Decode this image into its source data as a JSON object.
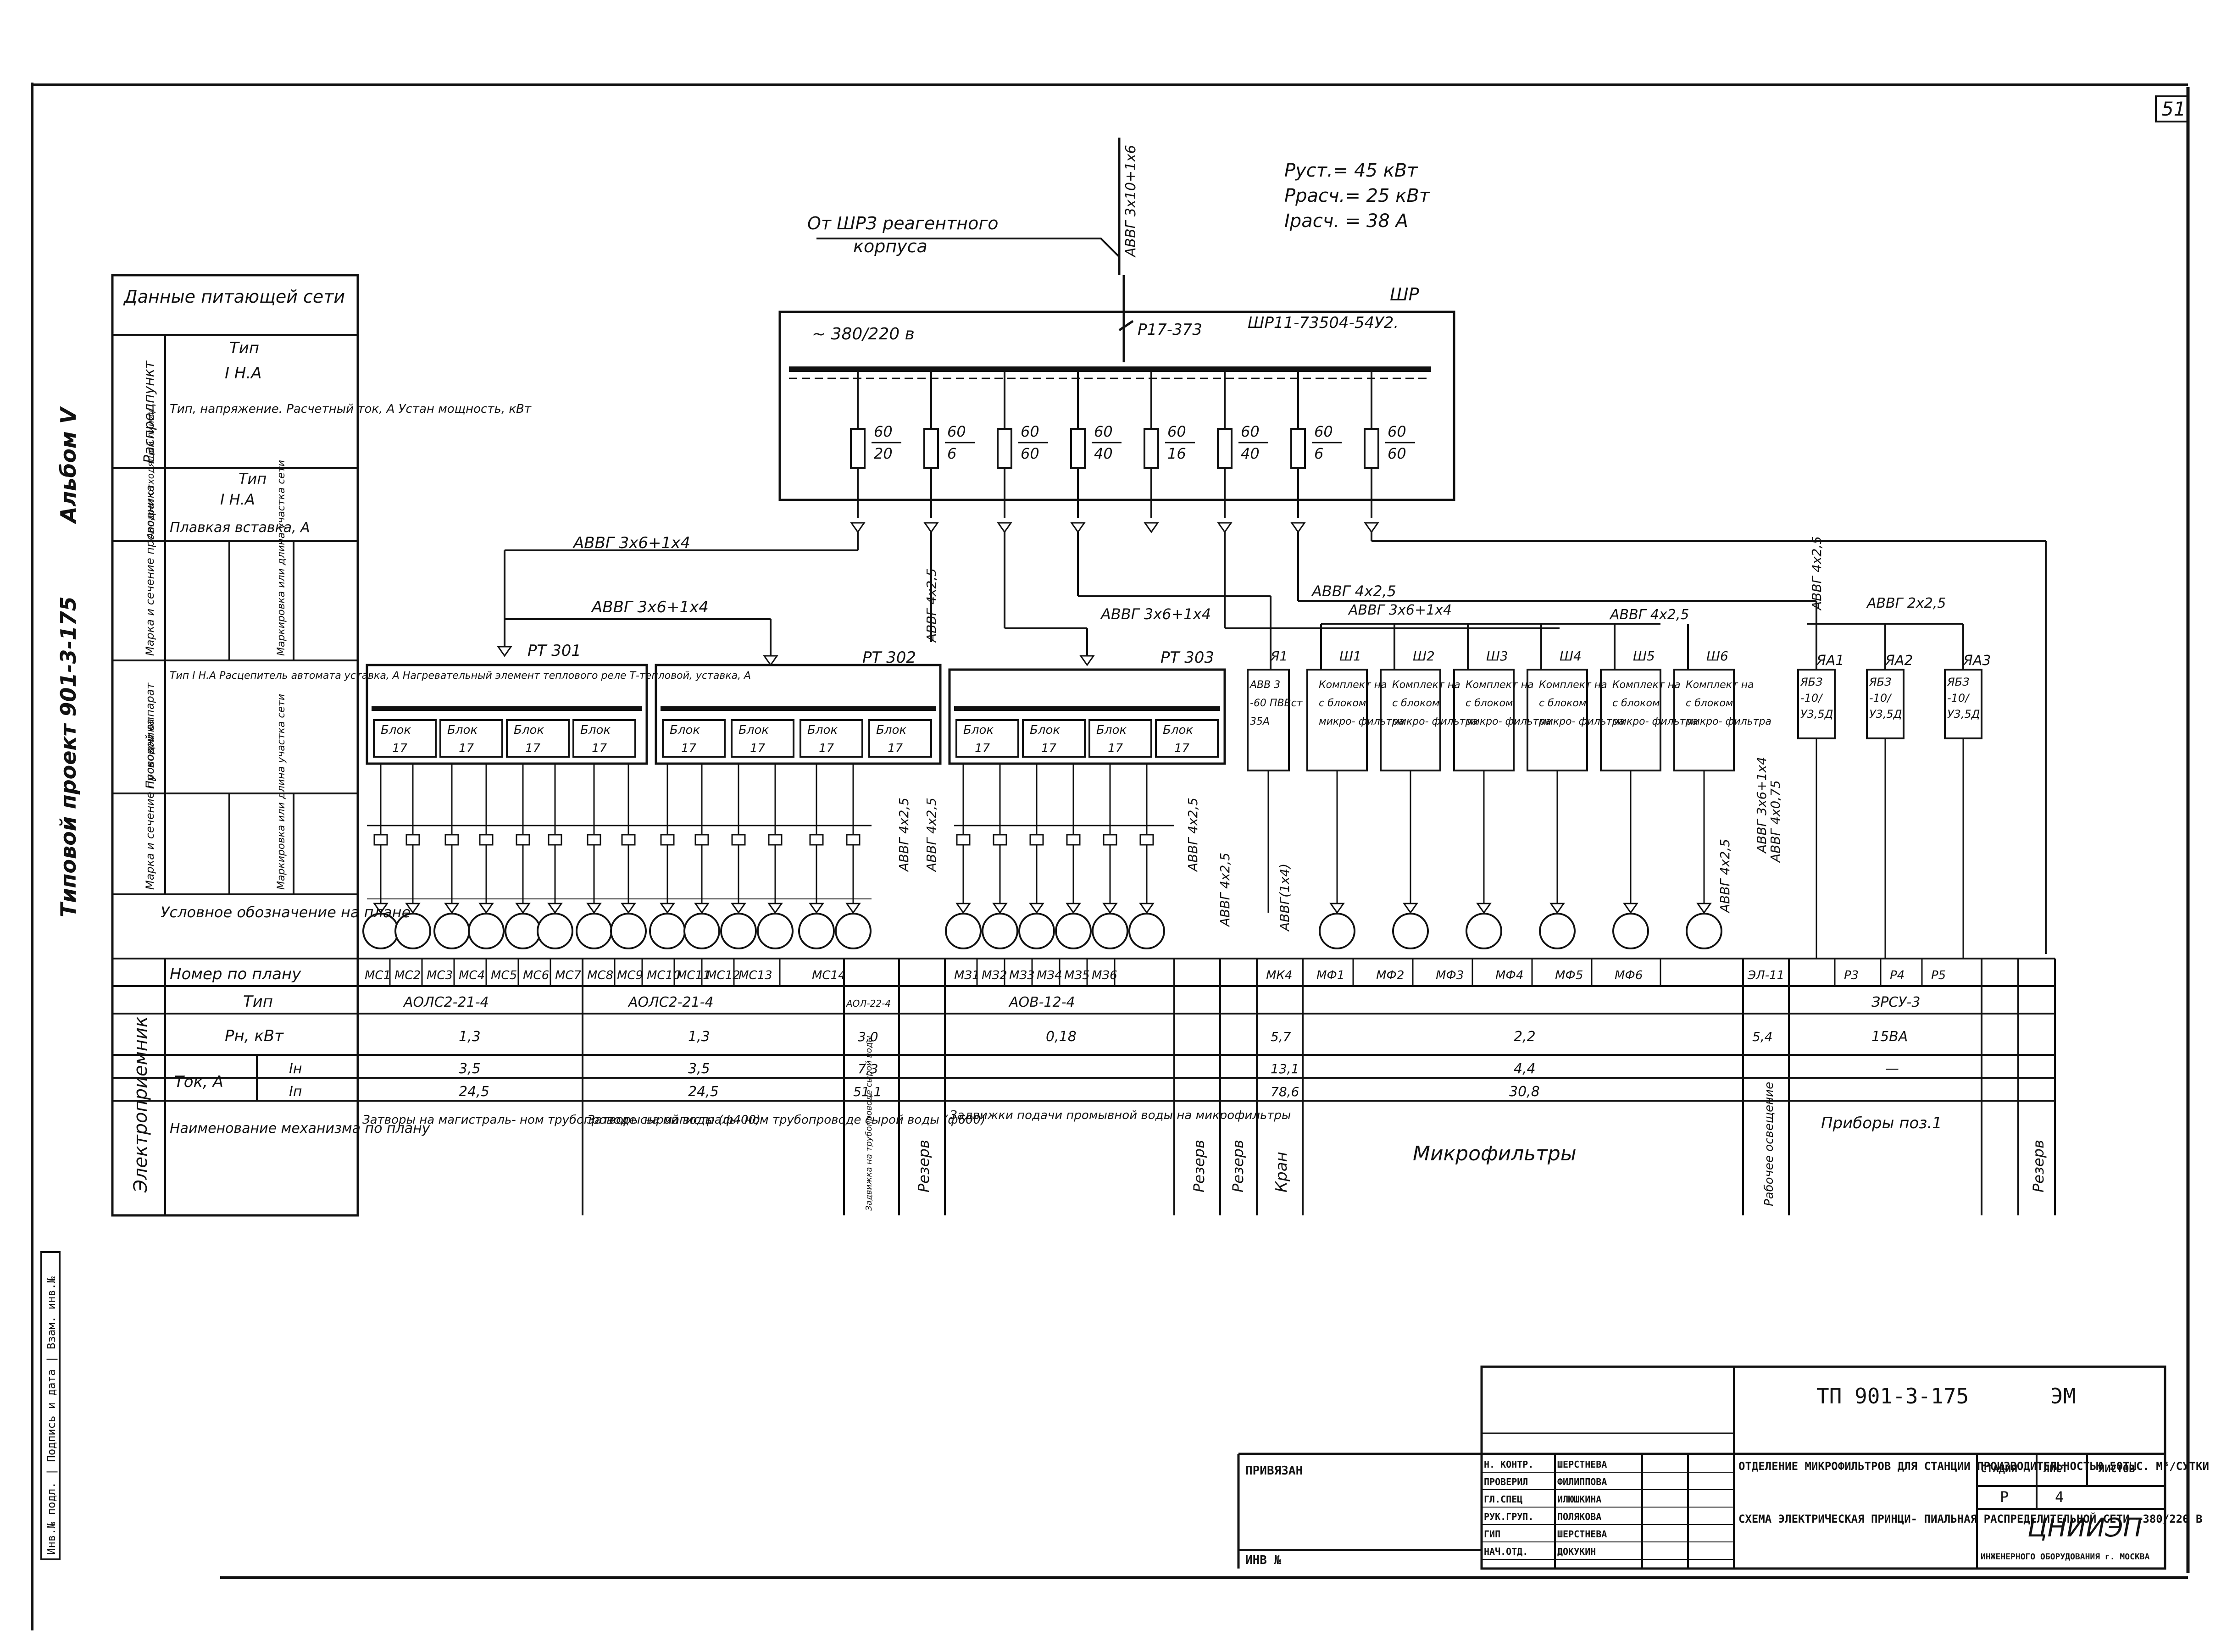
{
  "sheet": {
    "page_number": "51",
    "album_label": "Альбом V",
    "project_label": "Типовой проект 901-3-175",
    "side_stamp": "Инв.№ подл. | Подпись и дата | Взам. инв.№"
  },
  "summary": {
    "p_inst": "Руст.= 45 кВт",
    "p_calc": "Ррасч.= 25 кВт",
    "i_calc": "Iрасч. = 38 А"
  },
  "feed": {
    "from_label_1": "От ШРЗ реагентного",
    "from_label_2": "корпуса",
    "cable": "АВВГ 3х10+1х6",
    "voltage": "~ 380/220 в",
    "switch": "Р17-373",
    "cabinet": "ШР11-73504-54У2.",
    "cabinet_tag": "ШР"
  },
  "fuses": [
    {
      "top": "60",
      "bottom": "20"
    },
    {
      "top": "60",
      "bottom": "6"
    },
    {
      "top": "60",
      "bottom": "60"
    },
    {
      "top": "60",
      "bottom": "40"
    },
    {
      "top": "60",
      "bottom": "16"
    },
    {
      "top": "60",
      "bottom": "40"
    },
    {
      "top": "60",
      "bottom": "6"
    },
    {
      "top": "60",
      "bottom": "60"
    }
  ],
  "cables": {
    "c1": "АВВГ 3х6+1х4",
    "c1b": "АВВГ 3х6+1х4",
    "c2": "АВВГ 4х2,5",
    "c3": "АВВГ 3х6+1х4",
    "c4": "АВВГ 4х2,5",
    "c5": "АВВГ 3х6+1х4",
    "c6": "АВВГ 4х2,5",
    "c7": "АВВГ 4х2,5",
    "c8": "АВВГ 2х2,5",
    "v1": "АВВГ 4х2,5",
    "v2": "АВВГ 4х2,5",
    "v3": "АВВГ 4х2,5",
    "v4": "АВВГ 4х2,5",
    "v5": "АВВГ(1х4)",
    "v6": "АВВГ 4х2,5",
    "v7": "АВВГ 3х6+1х4",
    "v8": "АВВГ 4х0,75"
  },
  "panels": [
    {
      "name": "РТ 301",
      "blocks": [
        "Блок 17",
        "Блок 17",
        "Блок 17",
        "Блок 17"
      ]
    },
    {
      "name": "РТ 302",
      "blocks": [
        "Блок 17",
        "Блок 17",
        "Блок 17",
        "Блок 17"
      ]
    },
    {
      "name": "РТ 303",
      "blocks": [
        "Блок 17",
        "Блок 17",
        "Блок 17",
        "Блок 17"
      ]
    }
  ],
  "devices": [
    {
      "tag": "Я1",
      "text": "АВВ 3 -60 ПВВст 35А"
    },
    {
      "tag": "Ш1",
      "text": "Комплект на с блоком микро- фильтра"
    },
    {
      "tag": "Ш2",
      "text": "Комплект на с блоком микро- фильтра"
    },
    {
      "tag": "Ш3",
      "text": "Комплект на с блоком микро- фильтра"
    },
    {
      "tag": "Ш4",
      "text": "Комплект на с блоком микро- фильтра"
    },
    {
      "tag": "Ш5",
      "text": "Комплект на с блоком микро- фильтра"
    },
    {
      "tag": "Ш6",
      "text": "Комплект на с блоком микро- фильтра"
    }
  ],
  "lights": [
    {
      "tag": "ЯА1",
      "text": "ЯБЗ -10/ У3,5Д"
    },
    {
      "tag": "ЯА2",
      "text": "ЯБЗ -10/ У3,5Д"
    },
    {
      "tag": "ЯА3",
      "text": "ЯБЗ -10/ У3,5Д"
    }
  ],
  "left_table": {
    "r1": "Данные питающей сети",
    "r2_side": "Распредпункт",
    "r2a": "Тип",
    "r2b": "I Н.А",
    "r2c": "Тип, напряжение. Расчетный ток, А Устан мощность, кВт",
    "r3_side": "Аппарат отходящей линии",
    "r3a": "Тип",
    "r3b": "I Н.А",
    "r3c": "Плавкая вставка, А",
    "r4_side": "Марка и сечение проводника",
    "r4a": "Маркировка или длина участка сети",
    "r5_side": "Пусковой аппарат",
    "r5a": "Тип I Н.А Расцепитель автомата уставка, А Нагревательный элемент теплового реле Т-тепловой, уставка, А",
    "r6_side": "Марка и сечение проводника",
    "r6a": "Маркировка или длина участка сети",
    "r7": "Условное обозначение на плане"
  },
  "bottom_table": {
    "side_label": "Электроприемник",
    "h_plan": "Номер по плану",
    "h_type": "Тип",
    "h_pn": "Рн, кВт",
    "h_tok": "Ток, А",
    "h_in": "Iн",
    "h_ip": "Iп",
    "h_name": "Наименование механизма по плану",
    "plan_numbers": [
      "МС1",
      "МС2",
      "МС3",
      "МС4",
      "МС5",
      "МС6",
      "МС7",
      "МС8",
      "МС9",
      "МС10",
      "МС11",
      "МС12",
      "МС13",
      "МС14",
      "МЗ1",
      "МЗ2",
      "МЗ3",
      "МЗ4",
      "МЗ5",
      "МЗ6",
      "МК4",
      "МФ1",
      "МФ2",
      "МФ3",
      "МФ4",
      "МФ5",
      "МФ6",
      "ЭЛ-11",
      "Р3",
      "Р4",
      "Р5"
    ],
    "g1": {
      "type": "АОЛС2-21-4",
      "pn": "1,3",
      "in": "3,5",
      "ip": "24,5",
      "name": "Затворы на магистраль- ном трубопроводе сырой воды (ф400)"
    },
    "g2": {
      "type": "АОЛС2-21-4",
      "pn": "1,3",
      "in": "3,5",
      "ip": "24,5",
      "name": "Затворы на магистраль- ном трубопроводе сырой воды (ф600)"
    },
    "g3": {
      "type": "АОЛ-22-4",
      "pn": "3,0",
      "in": "7,3",
      "ip": "51,1",
      "name": "Задвижка на трубопроводе сырой воды"
    },
    "g4": {
      "type": "АОВ-12-4",
      "pn": "0,18",
      "name": "Задвижки подачи промывной воды на микрофильтры"
    },
    "g5": {
      "pn": "5,7",
      "in": "13,1",
      "ip": "78,6",
      "name": "Кран"
    },
    "g6": {
      "pn": "2,2",
      "in": "4,4",
      "ip": "30,8",
      "name": "Микрофильтры"
    },
    "g7": {
      "pn": "5,4",
      "name": "Рабочее освещение"
    },
    "g8": {
      "type": "ЗРСУ-3",
      "pn": "15ВА",
      "in": "—",
      "name": "Приборы поз.1"
    },
    "reserve": "Резерв"
  },
  "title_block": {
    "code": "ТП 901-3-175",
    "mark": "ЭМ",
    "privyazan": "ПРИВЯЗАН",
    "inv": "ИНВ №",
    "roles": [
      "Н. КОНТР.",
      "ПРОВЕРИЛ",
      "ГЛ.СПЕЦ",
      "РУК.ГРУП.",
      "ГИП",
      "НАЧ.ОТД."
    ],
    "names": [
      "ШЕРСТНЕВА",
      "ФИЛИППОВА",
      "ИЛЮШКИНА",
      "ПОЛЯКОВА",
      "ШЕРСТНЕВА",
      "ДОКУКИН"
    ],
    "desc_1": "ОТДЕЛЕНИЕ МИКРОФИЛЬТРОВ ДЛЯ СТАНЦИИ ПРОИЗВОДИТЕЛЬНОСТЬЮ 50ТЫС. М³/СУТКИ",
    "desc_2": "СХЕМА ЭЛЕКТРИЧЕСКАЯ ПРИНЦИ- ПИАЛЬНАЯ РАСПРЕДЕЛИТЕЛЬНОЙ СЕТИ ~380/220 В",
    "h_stage": "СТАДИЯ",
    "h_sheet": "ЛИСТ",
    "h_sheets": "ЛИСТОВ",
    "v_stage": "Р",
    "v_sheet": "4",
    "org": "ЦНИИЭП",
    "org_sub": "ИНЖЕНЕРНОГО ОБОРУДОВАНИЯ г. МОСКВА"
  }
}
